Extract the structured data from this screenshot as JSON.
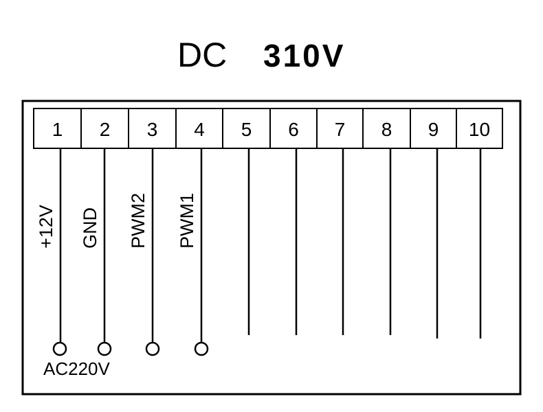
{
  "title": {
    "part1": "DC",
    "part2": "310V"
  },
  "terminals": [
    {
      "number": "1",
      "signal": "+12V",
      "has_circle": true
    },
    {
      "number": "2",
      "signal": "GND",
      "has_circle": true
    },
    {
      "number": "3",
      "signal": "PWM2",
      "has_circle": true
    },
    {
      "number": "4",
      "signal": "PWM1",
      "has_circle": true
    },
    {
      "number": "5",
      "signal": "",
      "has_circle": false
    },
    {
      "number": "6",
      "signal": "",
      "has_circle": false
    },
    {
      "number": "7",
      "signal": "",
      "has_circle": false
    },
    {
      "number": "8",
      "signal": "",
      "has_circle": false
    },
    {
      "number": "9",
      "signal": "",
      "has_circle": false
    },
    {
      "number": "10",
      "signal": "",
      "has_circle": false
    }
  ],
  "footer_label": "AC220V",
  "colors": {
    "stroke": "#000000",
    "background": "#ffffff"
  }
}
